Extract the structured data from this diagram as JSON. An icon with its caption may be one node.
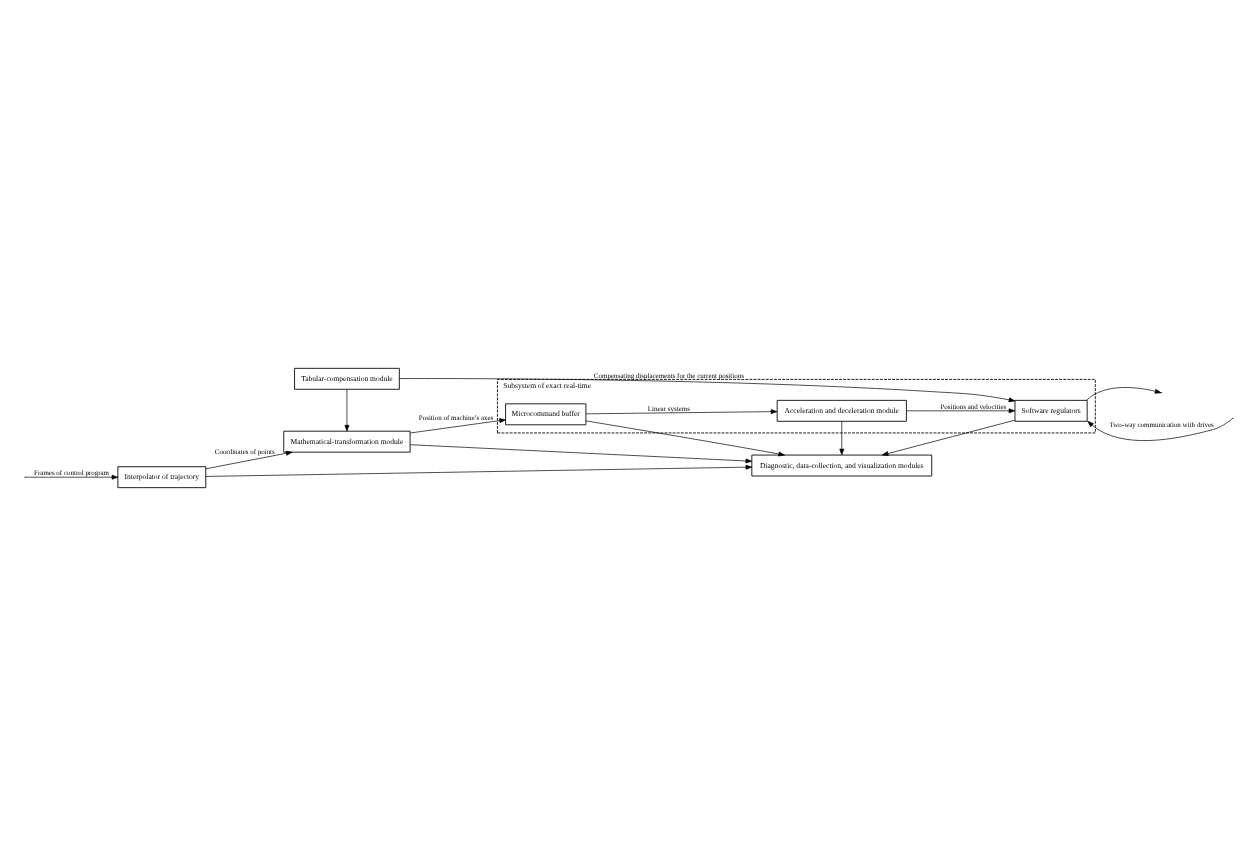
{
  "diagram": {
    "nodes": [
      {
        "text": [
          "Tabular-compensation module"
        ]
      },
      {
        "text": [
          "Subsystem of exact real-time"
        ]
      },
      {
        "text": [
          "Interpolator of trajectory"
        ]
      },
      {
        "text": [
          "Mathematical-transformation module"
        ]
      },
      {
        "text": [
          "Microcommand buffer"
        ],
        "in": 1
      },
      {
        "text": [
          "Acceleration and deceleration module"
        ],
        "in": 1
      },
      {
        "text": [
          "Software regulators"
        ],
        "in": 1
      },
      {
        "text": [
          "Diagnostic, data-collection, and visualization modules"
        ]
      }
    ],
    "edges": [
      {
        "from": null,
        "to": 2,
        "arrow": "to",
        "label": "Frames of control program"
      },
      {
        "from": 2,
        "to": 3,
        "arrow": "to",
        "label": "Coordinates of points"
      },
      {
        "from": 0,
        "to": 3,
        "arrow": "to"
      },
      {
        "from": 3,
        "to": 4,
        "arrow": "to",
        "label": "Position of machine’s axes"
      },
      {
        "from": 4,
        "to": 5,
        "arrow": "to",
        "label": "Linear systems"
      },
      {
        "from": 5,
        "to": 6,
        "arrow": "to",
        "label": "Positions and velocities"
      },
      {
        "from": 0,
        "to": 6,
        "arrow": "to",
        "label": "Compensating displacements for the current positions"
      },
      {
        "from": null,
        "to": 6,
        "arrow": "to",
        "label": "Two-way communication with drives"
      },
      {
        "from": 6,
        "to": null,
        "arrow": "to"
      },
      {
        "from": 2,
        "to": 7,
        "arrow": "to"
      },
      {
        "from": 3,
        "to": 7,
        "arrow": "to"
      },
      {
        "from": 4,
        "to": 7,
        "arrow": "to"
      },
      {
        "from": 5,
        "to": 7,
        "arrow": "to"
      },
      {
        "from": 6,
        "to": 7,
        "arrow": "to"
      }
    ]
  }
}
